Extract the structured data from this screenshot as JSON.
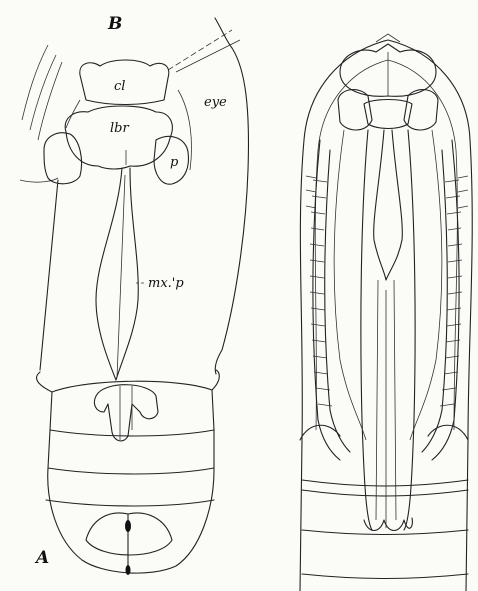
{
  "figure": {
    "panel_labels": {
      "a": "A",
      "b": "B"
    },
    "part_labels": {
      "cl": "cl",
      "lbr": "lbr",
      "eye": "eye",
      "p": "p",
      "mxp": "mx.'p"
    }
  }
}
